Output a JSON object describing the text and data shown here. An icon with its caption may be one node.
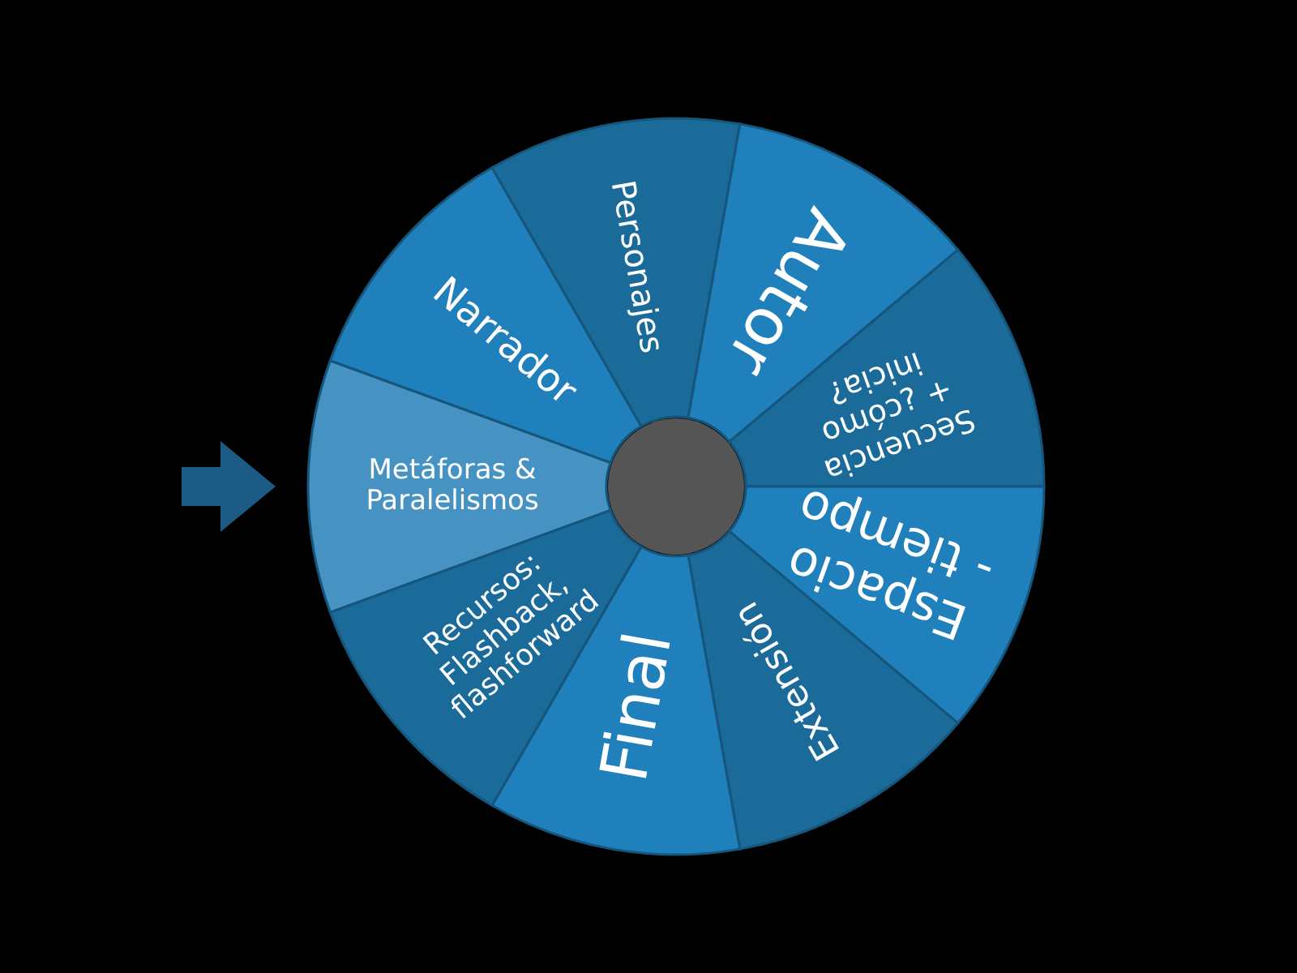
{
  "diagram": {
    "nodes": [
      {
        "text": [
          "Metáforas & Paralelismos"
        ]
      },
      {
        "text": [
          "Narrador"
        ]
      },
      {
        "text": [
          "Personajes"
        ]
      },
      {
        "text": [
          "Autor"
        ]
      },
      {
        "text": [
          "Secuencia + ¿cómo inicia?"
        ]
      },
      {
        "text": [
          "Espacio - tiempo"
        ]
      },
      {
        "text": [
          "Extensión"
        ]
      },
      {
        "text": [
          "Final"
        ]
      },
      {
        "text": [
          "Recursos: Flashback, flashforward"
        ]
      },
      {
        "text": [],
        "shape": "circle"
      }
    ]
  }
}
